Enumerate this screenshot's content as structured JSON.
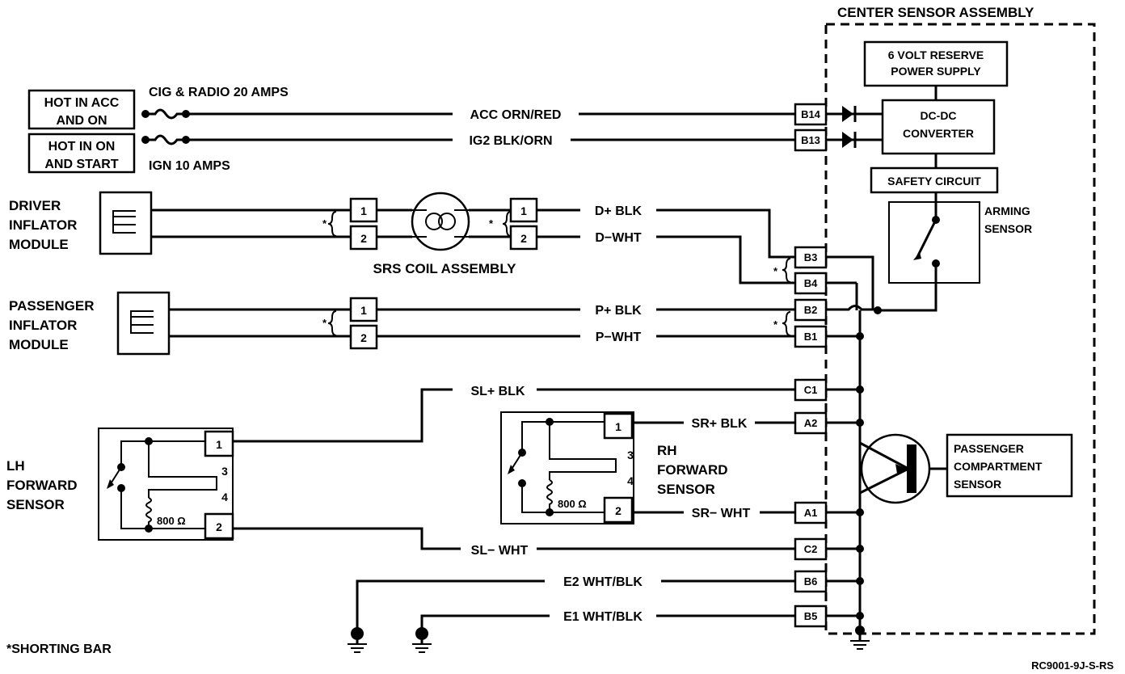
{
  "title": "CENTER SENSOR ASSEMBLY",
  "center": {
    "reserve": [
      "6 VOLT RESERVE",
      "POWER SUPPLY"
    ],
    "converter": [
      "DC-DC",
      "CONVERTER"
    ],
    "safety": "SAFETY CIRCUIT",
    "arming": [
      "ARMING",
      "SENSOR"
    ],
    "compartment": [
      "PASSENGER",
      "COMPARTMENT",
      "SENSOR"
    ]
  },
  "sources": {
    "acc": [
      "HOT IN ACC",
      "AND ON"
    ],
    "start": [
      "HOT IN ON",
      "AND START"
    ],
    "fuse1": "CIG & RADIO 20 AMPS",
    "fuse2": "IGN 10 AMPS"
  },
  "modules": {
    "driver": [
      "DRIVER",
      "INFLATOR",
      "MODULE"
    ],
    "passenger": [
      "PASSENGER",
      "INFLATOR",
      "MODULE"
    ],
    "coil": "SRS COIL ASSEMBLY",
    "lh": [
      "LH",
      "FORWARD",
      "SENSOR"
    ],
    "rh": [
      "RH",
      "FORWARD",
      "SENSOR"
    ],
    "resistor": "800 Ω"
  },
  "wires": {
    "acc": "ACC ORN/RED",
    "ig2": "IG2 BLK/ORN",
    "dplus": "D+ BLK",
    "dminus": "D−WHT",
    "pplus": "P+ BLK",
    "pminus": "P−WHT",
    "slplus": "SL+ BLK",
    "srplus": "SR+ BLK",
    "srminus": "SR− WHT",
    "slminus": "SL− WHT",
    "e2": "E2 WHT/BLK",
    "e1": "E1 WHT/BLK"
  },
  "connectors": [
    "B14",
    "B13",
    "B3",
    "B4",
    "B2",
    "B1",
    "C1",
    "A2",
    "A1",
    "C2",
    "B6",
    "B5"
  ],
  "pins": {
    "p1": "1",
    "p2": "2",
    "p3": "3",
    "p4": "4"
  },
  "footnote": "*SHORTING BAR",
  "code": "RC9001-9J-S-RS",
  "star": "*"
}
